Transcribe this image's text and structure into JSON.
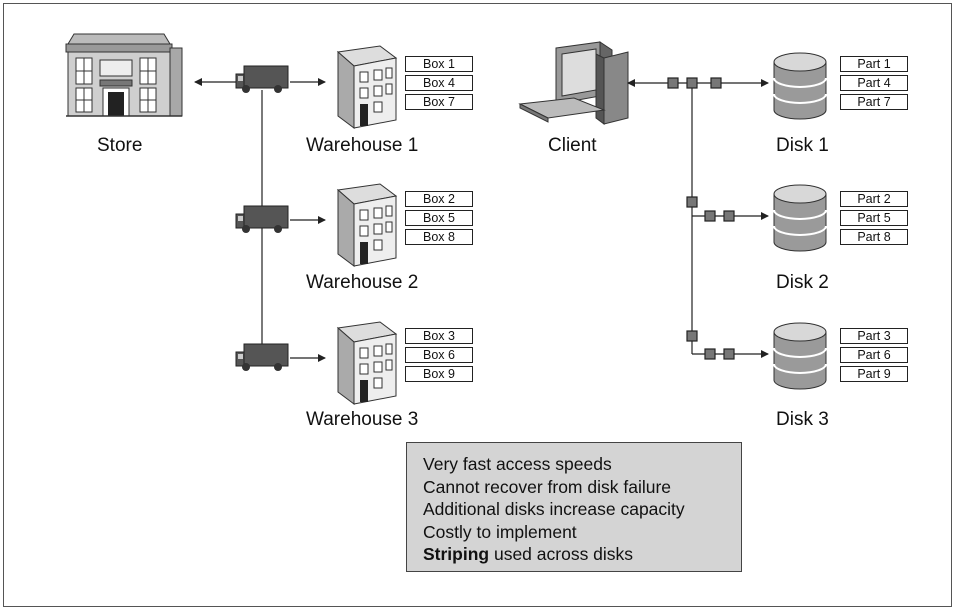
{
  "left_diagram": {
    "store_label": "Store",
    "warehouses": [
      {
        "label": "Warehouse 1",
        "boxes": [
          "Box 1",
          "Box 4",
          "Box 7"
        ]
      },
      {
        "label": "Warehouse 2",
        "boxes": [
          "Box 2",
          "Box 5",
          "Box 8"
        ]
      },
      {
        "label": "Warehouse 3",
        "boxes": [
          "Box 3",
          "Box 6",
          "Box 9"
        ]
      }
    ]
  },
  "right_diagram": {
    "client_label": "Client",
    "disks": [
      {
        "label": "Disk 1",
        "parts": [
          "Part 1",
          "Part 4",
          "Part 7"
        ]
      },
      {
        "label": "Disk 2",
        "parts": [
          "Part 2",
          "Part 5",
          "Part 8"
        ]
      },
      {
        "label": "Disk 3",
        "parts": [
          "Part 3",
          "Part 6",
          "Part 9"
        ]
      }
    ]
  },
  "notes": {
    "lines": [
      "Very fast access speeds",
      "Cannot recover from disk failure",
      "Additional disks increase capacity",
      "Costly to implement"
    ],
    "last_bold": "Striping",
    "last_rest": " used across disks"
  },
  "colors": {
    "box_fill": "#d4d4d4",
    "truck": "#555555",
    "node": "#777777",
    "disk": "#9a9a9a"
  }
}
